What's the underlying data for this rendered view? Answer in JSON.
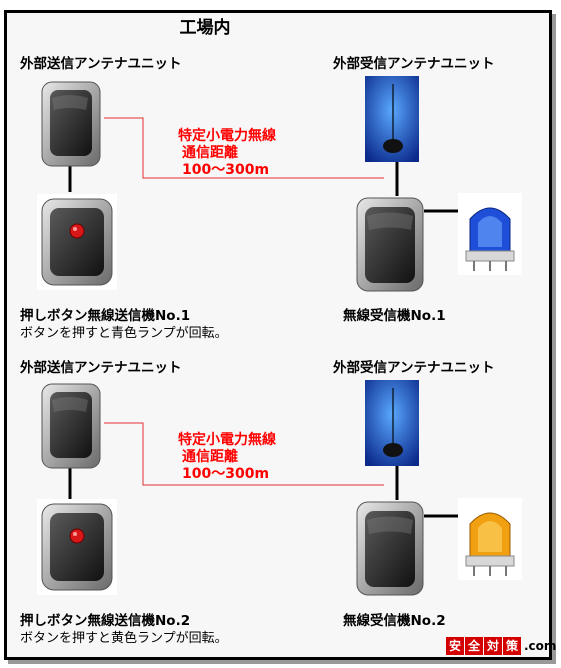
{
  "title": "工場内",
  "sections": [
    {
      "tx_antenna_label": "外部送信アンテナユニット",
      "rx_antenna_label": "外部受信アンテナユニット",
      "link": {
        "line1": "特定小電力無線",
        "line2": "通信距離",
        "line3": "100〜300m"
      },
      "transmitter_label": "押しボタン無線送信機No.1",
      "transmitter_desc": "ボタンを押すと青色ランプが回転。",
      "receiver_label": "無線受信機No.1",
      "lamp_color": "#1f4fd8"
    },
    {
      "tx_antenna_label": "外部送信アンテナユニット",
      "rx_antenna_label": "外部受信アンテナユニット",
      "link": {
        "line1": "特定小電力無線",
        "line2": "通信距離",
        "line3": "100〜300m"
      },
      "transmitter_label": "押しボタン無線送信機No.2",
      "transmitter_desc": "ボタンを押すと黄色ランプが回転。",
      "receiver_label": "無線受信機No.2",
      "lamp_color": "#f0a010"
    }
  ],
  "logo": {
    "chars": [
      "安",
      "全",
      "対",
      "策"
    ],
    "suffix": ".com"
  },
  "colors": {
    "link_line": "#e03030",
    "link_text": "#ff0000",
    "connector": "#000000"
  }
}
